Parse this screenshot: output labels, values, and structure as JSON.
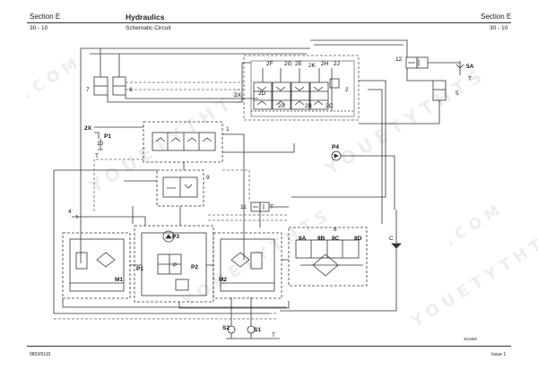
{
  "header": {
    "section_left": "Section E",
    "page_left": "30 - 10",
    "title": "Hydraulics",
    "subtitle": "Schematic Circuit",
    "section_right": "Section E",
    "page_right": "30 - 10"
  },
  "footer": {
    "doc_ref": "9803/6110",
    "issue": "Issue 1",
    "figure_ref": "301880"
  },
  "watermark": {
    "text_a": "YOUETYTHTS",
    "text_b": ".COM"
  },
  "labels": {
    "l_2F": "2F",
    "l_2G": "2G",
    "l_2E": "2E",
    "l_2K": "2K",
    "l_2H": "2H",
    "l_2J": "2J",
    "l_2D": "2D",
    "l_2A": "2A",
    "l_2B": "2B",
    "l_2C": "2C",
    "l_2X1": "2X",
    "l_2": "2",
    "l_12": "12",
    "l_5A": "5A",
    "l_T_top": "T",
    "l_5": "5",
    "l_7": "7",
    "l_6": "6",
    "l_2X2": "2X",
    "l_P1": "P1",
    "l_10": "10",
    "l_T_left": "T",
    "l_1": "1",
    "l_P4": "P4",
    "l_9": "9",
    "l_4": "4",
    "l_11": "11",
    "l_T_mid": "T",
    "l_P3": "P3",
    "l_8": "8",
    "l_8A": "8A",
    "l_8B": "8B",
    "l_8C": "8C",
    "l_8D": "8D",
    "l_C": "C",
    "l_P": "P",
    "l_P2": "P2",
    "l_M1": "M1",
    "l_M2": "M2",
    "l_S2": "S2",
    "l_S1": "S1",
    "l_T_bot": "T"
  }
}
